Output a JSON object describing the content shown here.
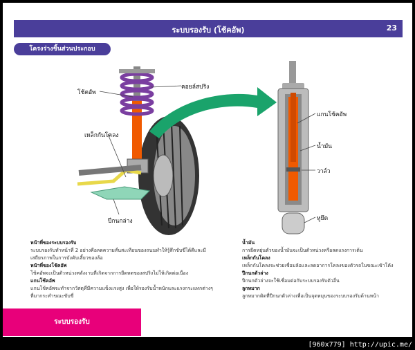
{
  "header": {
    "title": "ระบบรองรับ (โช้คอัพ)",
    "page_number": "23"
  },
  "section": {
    "title": "โครงร่างชิ้นส่วนประกอบ"
  },
  "labels": {
    "shock": "โช้คอัพ",
    "coil": "คอยล์สปริง",
    "stabilizer": "เหล็กกันโคลง",
    "lower_arm": "ปีกนกล่าง",
    "piston_rod": "แกนโช้คอัพ",
    "oil": "น้ำมัน",
    "valve": "วาล์ว",
    "bushing": "หูยึด"
  },
  "left_desc": [
    {
      "heading": "หน้าที่ของระบบรองรับ",
      "text": "ระบบรองรับทำหน้าที่ 2 อย่างคือลดความสั่นสะเทือนของถนนทำให้รู้สึกขับขี่ได้ดีและมีเสถียรภาพในการบังคับเลี้ยวของล้อ"
    },
    {
      "heading": "หน้าที่ของโช้คอัพ",
      "text": "โช้คอัพจะเป็นตัวหน่วงพลังงานที่เกิดจากการยืดหดของสปริงไม่ให้เกิดต่อเนื่อง"
    },
    {
      "heading": "แกนโช้คอัพ",
      "text": "แกนโช้คอัพจะทำจากวัสดุที่มีความแข็งแรงสูง เพื่อให้รองรับน้ำหนักและแรงกระแทกต่างๆ ที่มากระทำขณะขับขี่"
    }
  ],
  "right_desc": [
    {
      "heading": "น้ำมัน",
      "text": "การยืดหยุ่นตัวของน้ำมันจะเป็นตัวหน่วงหรือลดแรงการเต้น"
    },
    {
      "heading": "เหล็กกันโคลง",
      "text": "เหล็กกันโคลงจะช่วยเชื่อมล้อและลดอาการโคลงของตัวรถในขณะเข้าโค้ง"
    },
    {
      "heading": "ปีกนกตัวล่าง",
      "text": "ปีกนกตัวล่างจะใช้เชื่อมต่อกับระบบรองรับตัวอื่น"
    },
    {
      "heading": "ลูกหมาก",
      "text": "ลูกหมากติดที่ปีกนกตัวล่างเพื่อเป็นจุดหมุนของระบบรองรับด้านหน้า"
    }
  ],
  "footer": {
    "label": "ระบบรองรับ"
  },
  "watermark": "[960x779] http://upic.me/",
  "colors": {
    "header": "#4a3e9a",
    "footer": "#e8007a",
    "arrow": "#1aa36b",
    "shock": "#f05a00",
    "spring": "#7a3ea0"
  }
}
